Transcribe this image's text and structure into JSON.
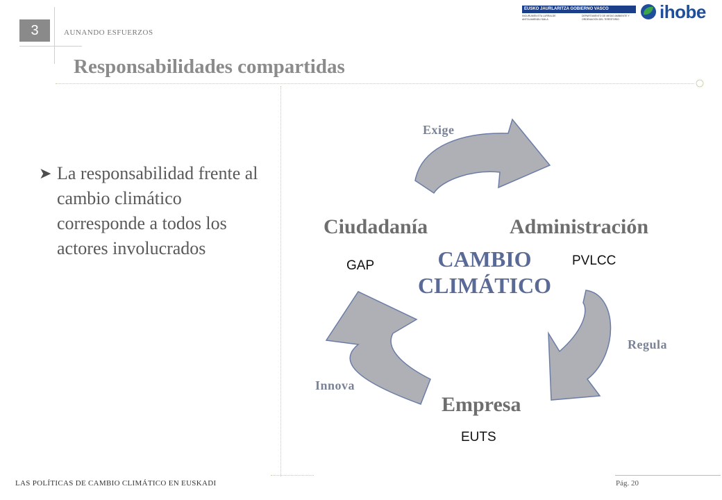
{
  "header": {
    "section_number": "3",
    "section_label": "AUNANDO ESFUERZOS",
    "title": "Responsabilidades compartidas"
  },
  "logos": {
    "gov_banner": "EUSKO JAURLARITZA    GOBIERNO VASCO",
    "gov_left_sub": "INGURUMEN ETA LURRALDE ANTOLAMENDU SAILA",
    "gov_right_sub": "DEPARTAMENTO DE MEDIO AMBIENTE Y ORDENACIÓN DEL TERRITORIO",
    "ihobe": "ihobe",
    "ihobe_icon": "ihobe-leaf-globe-icon",
    "colors": {
      "gov_blue": "#1c3f8a",
      "ihobe_blue": "#1f4e9c",
      "ihobe_green": "#3aa64a"
    }
  },
  "main": {
    "bullet_icon": "arrow-bullet-icon",
    "bullet_text": "La responsabilidad frente al cambio climático corresponde a todos los actores involucrados"
  },
  "diagram": {
    "center_line1": "CAMBIO",
    "center_line2": "CLIMÁTICO",
    "nodes": {
      "ciudadania": "Ciudadanía",
      "administracion": "Administración",
      "empresa": "Empresa"
    },
    "verbs": {
      "exige": "Exige",
      "regula": "Regula",
      "innova": "Innova"
    },
    "tags": {
      "gap": "GAP",
      "pvlcc": "PVLCC",
      "euts": "EUTS"
    },
    "colors": {
      "arrow_fill": "#aeb0b5",
      "arrow_stroke": "#6b7ca6",
      "center_text": "#5a6a96"
    }
  },
  "footer": {
    "left": "LAS POLÍTICAS DE CAMBIO CLIMÁTICO EN EUSKADI",
    "right": "Pág. 20"
  }
}
